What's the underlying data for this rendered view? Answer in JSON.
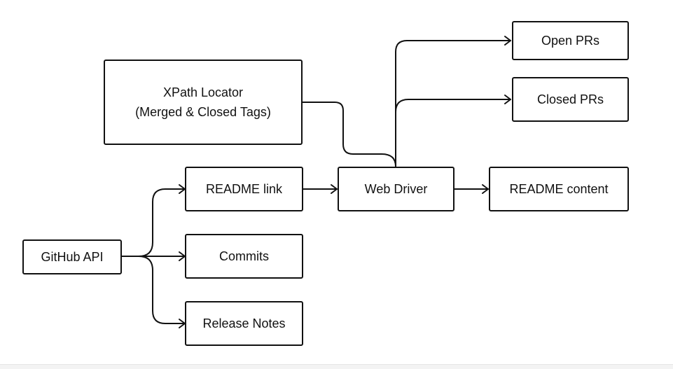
{
  "diagram": {
    "nodes": {
      "xpath_locator": {
        "lines": [
          "XPath Locator",
          "(Merged & Closed Tags)"
        ]
      },
      "open_prs": {
        "label": "Open PRs"
      },
      "closed_prs": {
        "label": "Closed PRs"
      },
      "readme_link": {
        "label": "README link"
      },
      "web_driver": {
        "label": "Web Driver"
      },
      "readme_content": {
        "label": "README content"
      },
      "github_api": {
        "label": "GitHub API"
      },
      "commits": {
        "label": "Commits"
      },
      "release_notes": {
        "label": "Release Notes"
      }
    },
    "edges": [
      {
        "from": "xpath_locator",
        "to": "web_driver"
      },
      {
        "from": "web_driver",
        "to": "open_prs"
      },
      {
        "from": "web_driver",
        "to": "closed_prs"
      },
      {
        "from": "readme_link",
        "to": "web_driver"
      },
      {
        "from": "web_driver",
        "to": "readme_content"
      },
      {
        "from": "github_api",
        "to": "readme_link"
      },
      {
        "from": "github_api",
        "to": "commits"
      },
      {
        "from": "github_api",
        "to": "release_notes"
      }
    ],
    "colors": {
      "stroke": "#111111",
      "text": "#111111",
      "background": "#ffffff"
    }
  }
}
